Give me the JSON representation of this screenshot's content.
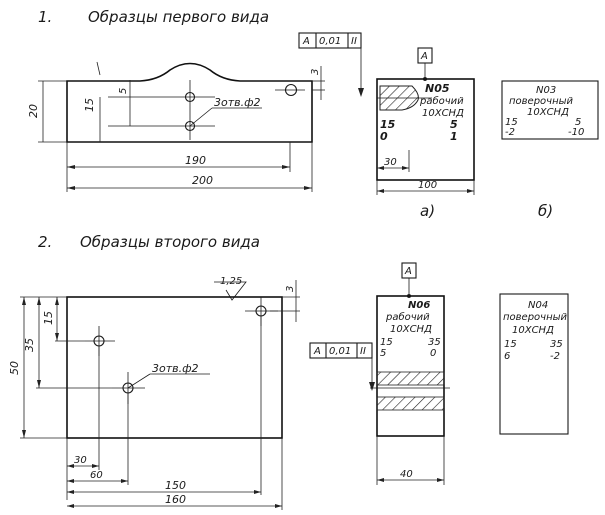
{
  "section1": {
    "number": "1.",
    "title": "Образцы первого вида",
    "tolerance_frame": {
      "datum": "A",
      "value": "0,01",
      "symbol": "II"
    },
    "datum_box": "A",
    "dimensions": {
      "height": "20",
      "inner_height": "15",
      "offset_5": "5",
      "edge_3": "3",
      "hole_label": "3отв.ф2",
      "length_inner": "190",
      "length_overall": "200"
    },
    "sample_a": {
      "id": "N05",
      "type": "рабочий",
      "material": "10ХСНД",
      "r1c1": "15",
      "r1c2": "5",
      "r2c1": "0",
      "r2c2": "1",
      "dim_30": "30",
      "dim_100": "100",
      "caption": "а)"
    },
    "sample_b": {
      "id": "N03",
      "type": "поверочный",
      "material": "10ХСНД",
      "r1c1": "15",
      "r1c2": "5",
      "r2c1": "-2",
      "r2c2": "-10",
      "caption": "б)"
    }
  },
  "section2": {
    "number": "2.",
    "title": "Образцы второго вида",
    "roughness": "1,25",
    "datum_box": "A",
    "tolerance_frame": {
      "datum": "A",
      "value": "0,01",
      "symbol": "II"
    },
    "dimensions": {
      "height": "50",
      "inner_35": "35",
      "inner_15": "15",
      "edge_3": "3",
      "hole_label": "3отв.ф2",
      "dim_30": "30",
      "dim_60": "60",
      "dim_150": "150",
      "dim_160": "160"
    },
    "sample_a": {
      "id": "N06",
      "type": "рабочий",
      "material": "10ХСНД",
      "r1c1": "15",
      "r1c2": "35",
      "r2c1": "5",
      "r2c2": "0",
      "width": "40"
    },
    "sample_b": {
      "id": "N04",
      "type": "поверочный",
      "material": "10ХСНД",
      "r1c1": "15",
      "r1c2": "35",
      "r2c1": "6",
      "r2c2": "-2"
    }
  }
}
